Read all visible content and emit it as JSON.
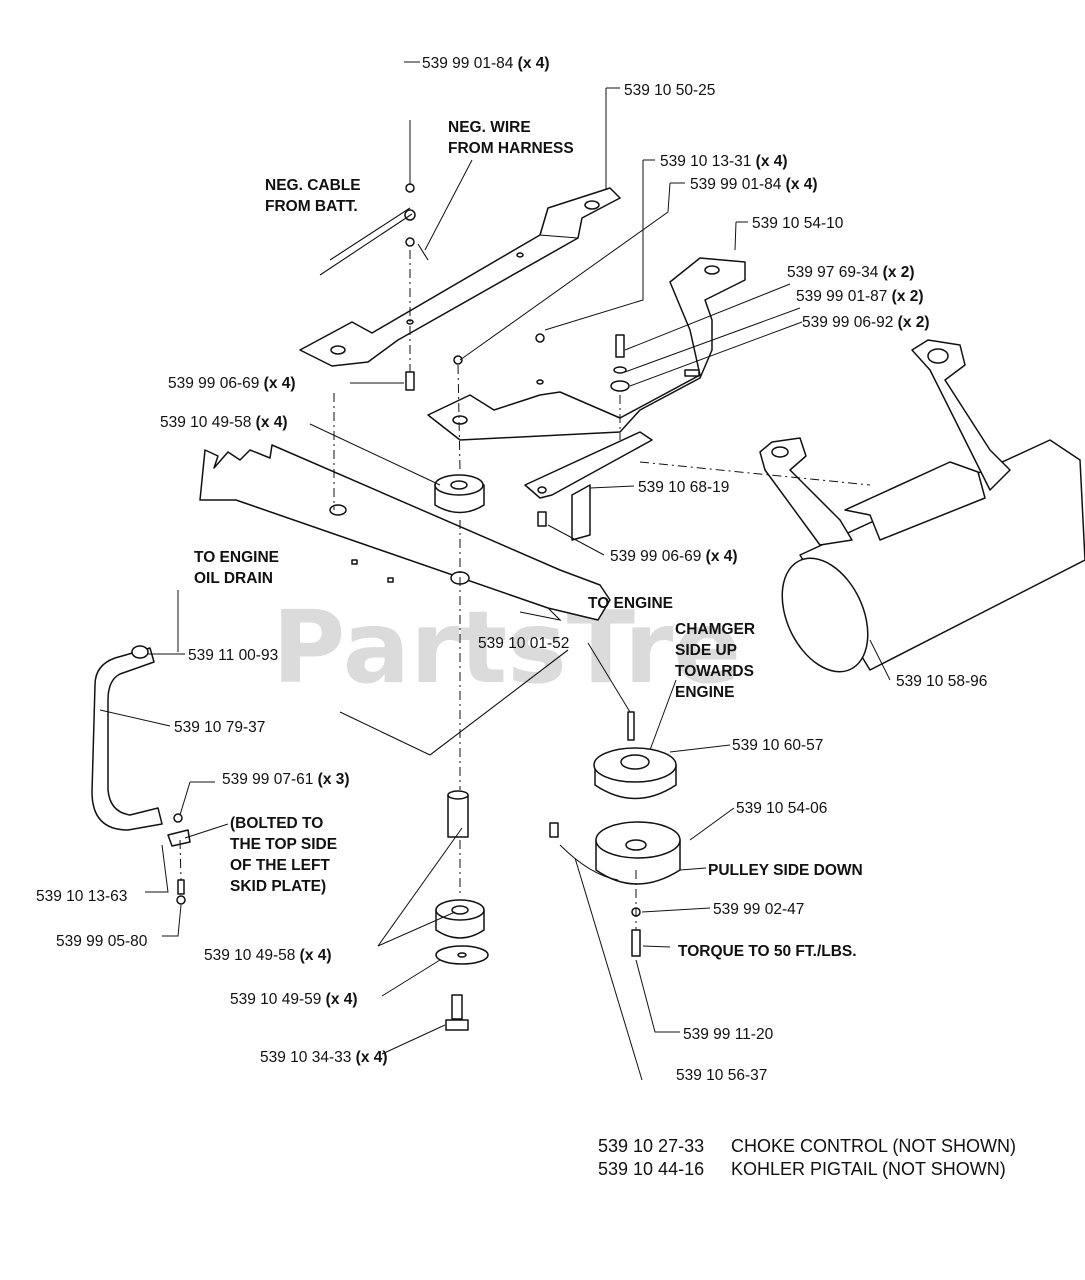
{
  "watermark": {
    "text": "PartsTre",
    "trademark": "™"
  },
  "callouts": {
    "c1": {
      "num": "539 99 01-84",
      "qty": "(x 4)"
    },
    "c2": {
      "num": "539 10 50-25",
      "qty": ""
    },
    "c3": {
      "num": "539 10 13-31",
      "qty": "(x 4)"
    },
    "c4": {
      "num": "539 99 01-84",
      "qty": "(x 4)"
    },
    "c5": {
      "num": "539 10 54-10",
      "qty": ""
    },
    "c6": {
      "num": "539 97 69-34",
      "qty": "(x 2)"
    },
    "c7": {
      "num": "539 99 01-87",
      "qty": "(x 2)"
    },
    "c8": {
      "num": "539 99 06-92",
      "qty": "(x 2)"
    },
    "c9": {
      "num": "539 99 06-69",
      "qty": "(x 4)"
    },
    "c10": {
      "num": "539 10 49-58",
      "qty": "(x 4)"
    },
    "c11": {
      "num": "539 10 68-19",
      "qty": ""
    },
    "c12": {
      "num": "539 99 06-69",
      "qty": "(x 4)"
    },
    "c13": {
      "num": "539 11 00-93",
      "qty": ""
    },
    "c14": {
      "num": "539 10 79-37",
      "qty": ""
    },
    "c15": {
      "num": "539 10 01-52",
      "qty": ""
    },
    "c16": {
      "num": "539 10 58-96",
      "qty": ""
    },
    "c17": {
      "num": "539 10 60-57",
      "qty": ""
    },
    "c18": {
      "num": "539 99 07-61",
      "qty": "(x 3)"
    },
    "c19": {
      "num": "539 10 54-06",
      "qty": ""
    },
    "c20": {
      "num": "539 10 13-63",
      "qty": ""
    },
    "c21": {
      "num": "539 99 05-80",
      "qty": ""
    },
    "c22": {
      "num": "539 99 02-47",
      "qty": ""
    },
    "c23": {
      "num": "539 10 49-58",
      "qty": "(x 4)"
    },
    "c24": {
      "num": "539 10 49-59",
      "qty": "(x 4)"
    },
    "c25": {
      "num": "539 10 34-33",
      "qty": "(x 4)"
    },
    "c26": {
      "num": "539 99 11-20",
      "qty": ""
    },
    "c27": {
      "num": "539 10 56-37",
      "qty": ""
    }
  },
  "notes": {
    "neg_wire": [
      "NEG. WIRE",
      "FROM HARNESS"
    ],
    "neg_cable": [
      "NEG. CABLE",
      "FROM BATT."
    ],
    "to_engine_oil": [
      "TO ENGINE",
      "OIL DRAIN"
    ],
    "to_engine": "TO ENGINE",
    "changer": [
      "CHAMGER",
      "SIDE UP",
      "TOWARDS",
      "ENGINE"
    ],
    "bolted": [
      "(BOLTED TO",
      "THE TOP SIDE",
      "OF THE LEFT",
      "SKID PLATE)"
    ],
    "pulley_side": "PULLEY SIDE DOWN",
    "torque": "TORQUE TO 50 FT./LBS."
  },
  "footer": [
    {
      "num": "539 10 27-33",
      "desc": "CHOKE CONTROL (NOT SHOWN)"
    },
    {
      "num": "539 10 44-16",
      "desc": "KOHLER PIGTAIL (NOT SHOWN)"
    }
  ]
}
